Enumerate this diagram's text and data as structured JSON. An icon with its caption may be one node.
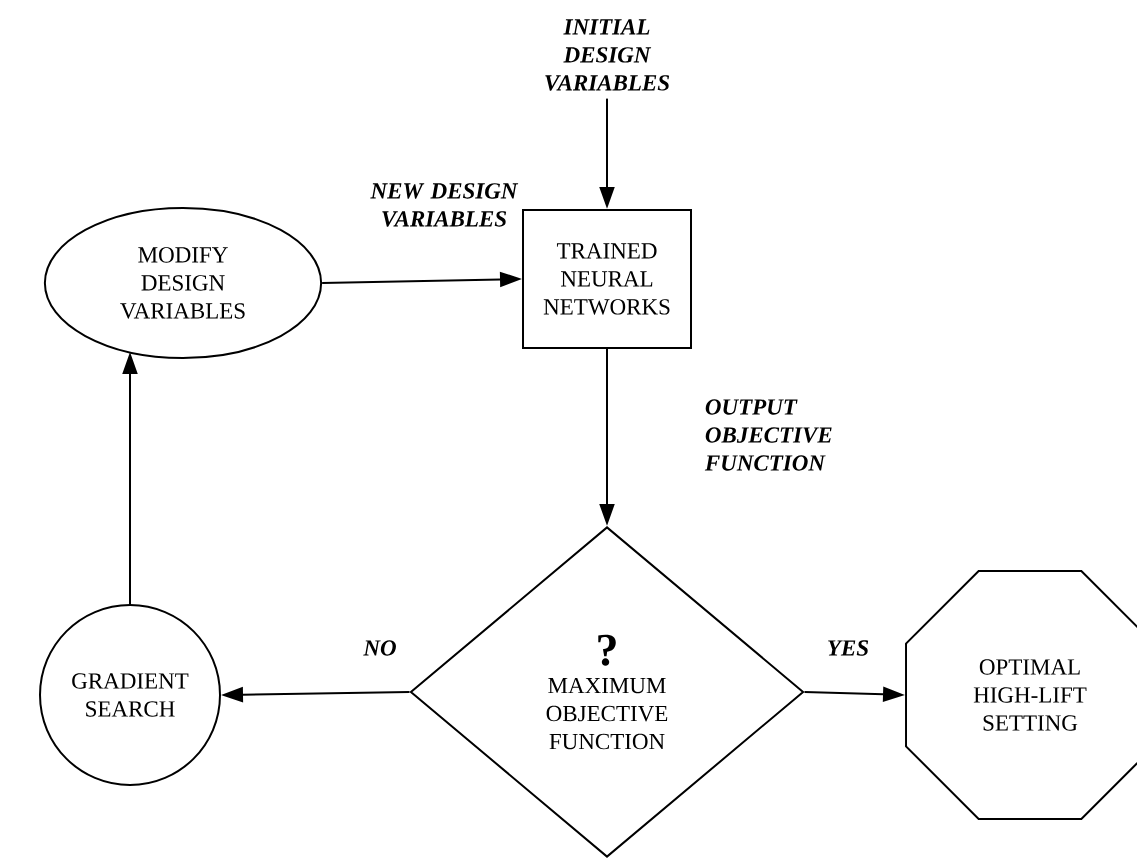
{
  "diagram": {
    "nodes": [
      {
        "text": [
          "INITIAL DESIGN VARIABLES"
        ]
      },
      {
        "text": [
          "TRAINED NEURAL NETWORKS"
        ]
      },
      {
        "text": [
          "MODIFY DESIGN VARIABLES"
        ]
      },
      {
        "text": [
          "?",
          "MAXIMUM OBJECTIVE FUNCTION"
        ]
      },
      {
        "text": [
          "GRADIENT SEARCH"
        ]
      },
      {
        "text": [
          "OPTIMAL HIGH-LIFT SETTING"
        ]
      }
    ],
    "edges": [
      {
        "from": 0,
        "to": 1,
        "arrow": "to"
      },
      {
        "from": 2,
        "to": 1,
        "arrow": "to",
        "label": "NEW DESIGN VARIABLES"
      },
      {
        "from": 1,
        "to": 3,
        "arrow": "to",
        "label": "OUTPUT OBJECTIVE FUNCTION"
      },
      {
        "from": 3,
        "to": 4,
        "arrow": "to",
        "label": "NO"
      },
      {
        "from": 3,
        "to": 5,
        "arrow": "to",
        "label": "YES"
      },
      {
        "from": 4,
        "to": 2,
        "arrow": "to"
      }
    ]
  }
}
